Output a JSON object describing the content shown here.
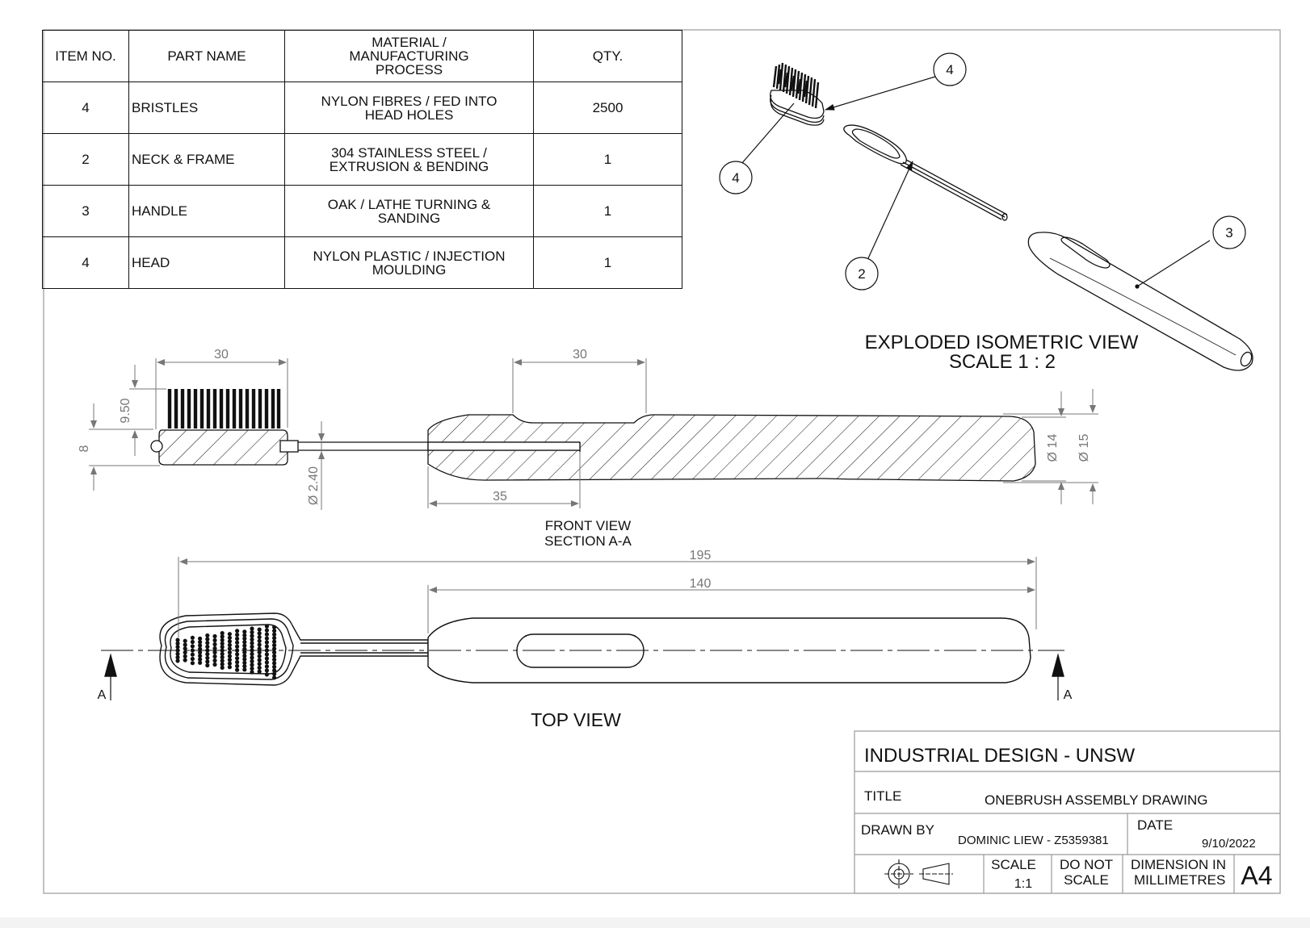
{
  "bom": {
    "headers": [
      "ITEM NO.",
      "PART NAME",
      "MATERIAL / MANUFACTURING PROCESS",
      "QTY."
    ],
    "rows": [
      {
        "item": "4",
        "name": "BRISTLES",
        "material": "NYLON FIBRES / FED INTO HEAD HOLES",
        "qty": "2500"
      },
      {
        "item": "2",
        "name": "NECK & FRAME",
        "material": "304 STAINLESS STEEL / EXTRUSION & BENDING",
        "qty": "1"
      },
      {
        "item": "3",
        "name": "HANDLE",
        "material": "OAK / LATHE TURNING & SANDING",
        "qty": "1"
      },
      {
        "item": "4",
        "name": "HEAD",
        "material": "NYLON PLASTIC / INJECTION MOULDING",
        "qty": "1"
      }
    ]
  },
  "iso_view": {
    "title": "EXPLODED ISOMETRIC VIEW",
    "scale": "SCALE 1 : 2",
    "balloons": [
      "4",
      "4",
      "2",
      "3"
    ]
  },
  "front_view": {
    "caption_line1": "FRONT VIEW",
    "caption_line2": "SECTION A-A",
    "dims": {
      "head_length": "30",
      "bristle_height": "9.50",
      "head_height": "8",
      "neck_dia": "Ø 2.40",
      "grip_length": "30",
      "insert_depth": "35",
      "end_dia_inner": "Ø 14",
      "end_dia_outer": "Ø 15"
    }
  },
  "top_view": {
    "caption": "TOP VIEW",
    "dims": {
      "overall": "195",
      "handle": "140"
    },
    "section_marks": [
      "A",
      "A"
    ]
  },
  "title_block": {
    "org": "INDUSTRIAL DESIGN - UNSW",
    "title_label": "TITLE",
    "title_value": "ONEBRUSH ASSEMBLY DRAWING",
    "drawn_label": "DRAWN BY",
    "drawn_value": "DOMINIC  LIEW - Z5359381",
    "date_label": "DATE",
    "date_value": "9/10/2022",
    "scale_label": "SCALE",
    "scale_value": "1:1",
    "noscale_line1": "DO NOT",
    "noscale_line2": "SCALE",
    "units_line1": "DIMENSION IN",
    "units_line2": "MILLIMETRES",
    "sheet_size": "A4"
  }
}
